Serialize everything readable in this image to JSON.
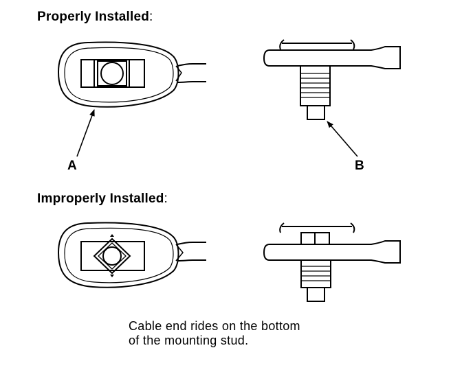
{
  "headings": {
    "proper": "Properly Installed",
    "improper": "Improperly Installed",
    "colon": ":"
  },
  "callouts": {
    "a": "A",
    "b": "B"
  },
  "caption": {
    "line1": "Cable end rides on the bottom",
    "line2": "of the mounting stud."
  }
}
